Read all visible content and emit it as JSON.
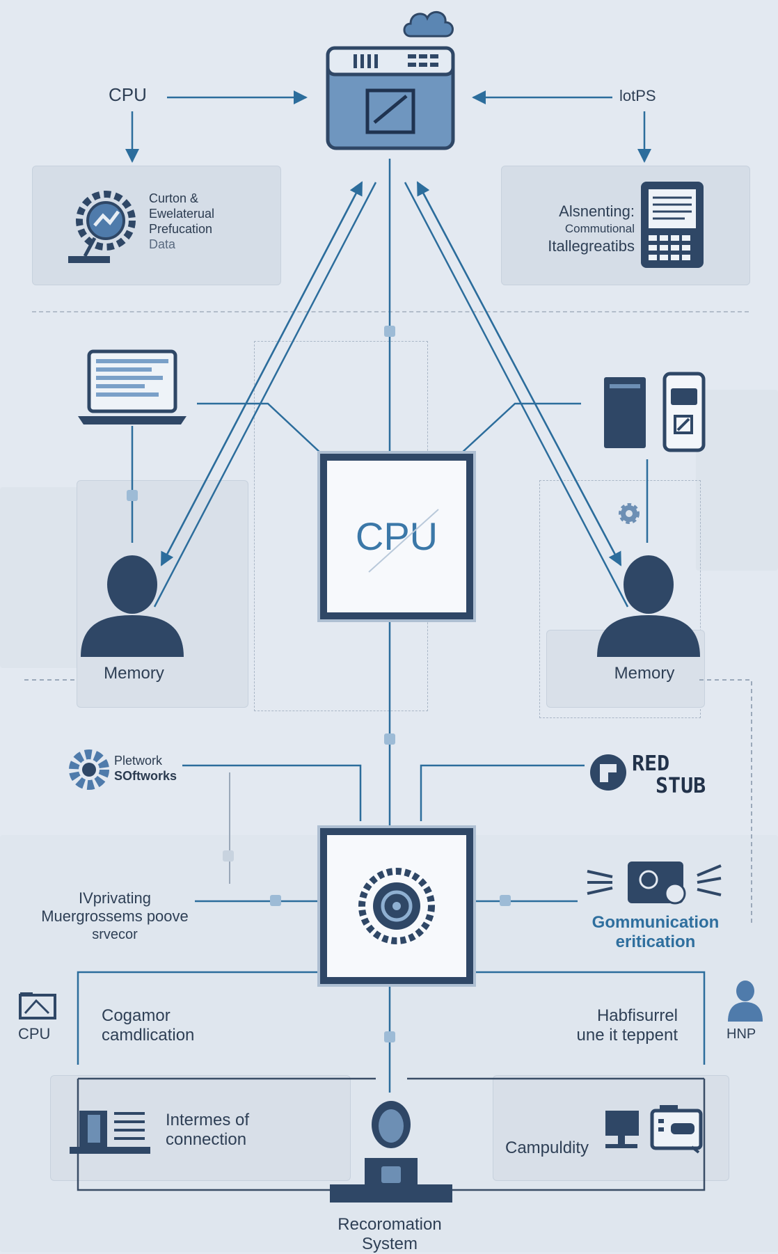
{
  "top": {
    "left_label": "CPU",
    "right_label": "lotPS"
  },
  "card_top_left": {
    "lines": [
      "Curton &",
      "Ewelaterual",
      "Prefucation",
      "Data"
    ],
    "icon": "gear-network-icon"
  },
  "card_top_right": {
    "lines": [
      "Alsnenting:",
      "Commutional",
      "Itallegreatibs"
    ],
    "icon": "document-keyboard-icon"
  },
  "center_node": {
    "label": "CPU"
  },
  "memory_left": {
    "label": "Memory",
    "icon": "user-icon"
  },
  "memory_right": {
    "label": "Memory",
    "icon": "user-icon"
  },
  "network": {
    "lines": [
      "Pletwork",
      "SOftworks"
    ],
    "icon": "gear-icon"
  },
  "brand_right": {
    "lines": [
      "RED",
      "STUB"
    ],
    "icon": "logo-icon"
  },
  "left_mid": {
    "lines": [
      "IVprivating",
      "Muergrossems poove",
      "srvecor"
    ]
  },
  "right_mid": {
    "lines": [
      "Gommunication",
      "eritication"
    ]
  },
  "cpu_small": {
    "label": "CPU"
  },
  "hnp": {
    "label": "HNP"
  },
  "left_low": {
    "lines": [
      "Cogamor",
      "camdlication"
    ]
  },
  "right_low": {
    "lines": [
      "Habfisurrel",
      "une it teppent"
    ]
  },
  "bottom_left": {
    "lines": [
      "Intermes of",
      "connection"
    ]
  },
  "bottom_right": {
    "label": "Campuldity"
  },
  "bottom_center": {
    "lines": [
      "Recoromation",
      "System"
    ]
  },
  "colors": {
    "navy": "#2f4766",
    "accent": "#2f6f9e",
    "line": "#2c6d9c",
    "background": "#e3e9f1"
  }
}
